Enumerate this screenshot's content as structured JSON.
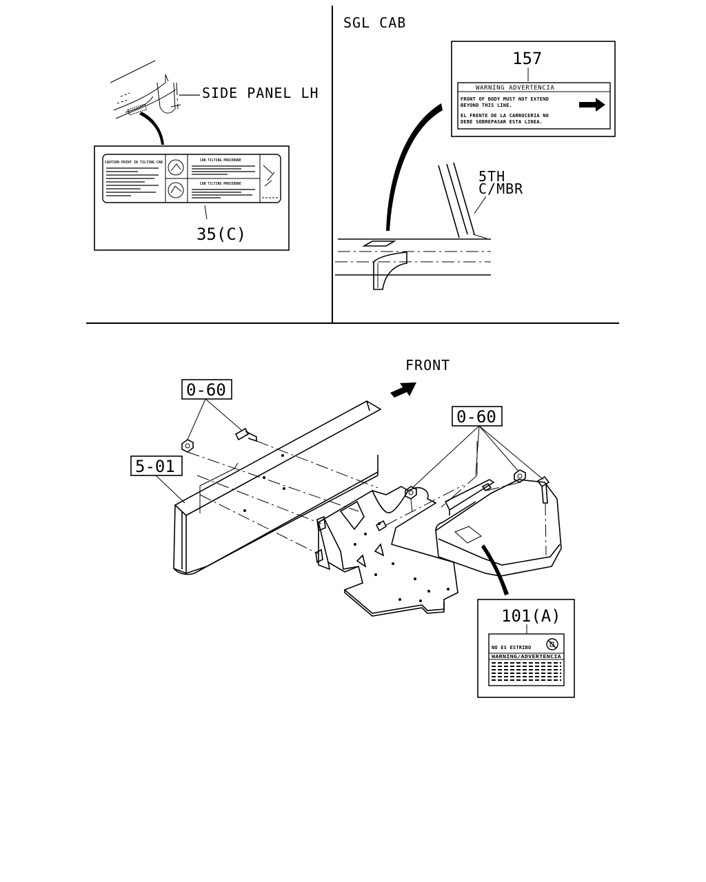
{
  "top_left": {
    "side_panel_label": "SIDE PANEL LH",
    "label_35_callout": "35(C)",
    "label_35_header_left": "CAUTION POINT IN TILTING CAB",
    "label_35_header_right_1": "CAB TILTING PROCEDURE",
    "label_35_header_right_2": "CAB TILTING PROCEDURE"
  },
  "top_right": {
    "sgl_cab_label": "SGL CAB",
    "label_157_callout": "157",
    "label_157_title": "WARNING ADVERTENCIA",
    "label_157_line1": "FRONT OF BODY MUST NOT EXTEND",
    "label_157_line2": "BEYOND THIS LINE.",
    "label_157_line3": "EL FRENTE DE LA CARROCERIA NO",
    "label_157_line4": "DEBE SOBREPASAR ESTA LINEA.",
    "fifth_cmbr_line1": "5TH",
    "fifth_cmbr_line2": "C/MBR"
  },
  "bottom": {
    "front_label": "FRONT",
    "ref_0_60_a": "0-60",
    "ref_0_60_b": "0-60",
    "ref_5_01": "5-01",
    "label_101_callout": "101(A)",
    "label_101_line1": "NO ES ESTRIBO",
    "label_101_line2": "WARNING/ADVERTENCIA"
  }
}
